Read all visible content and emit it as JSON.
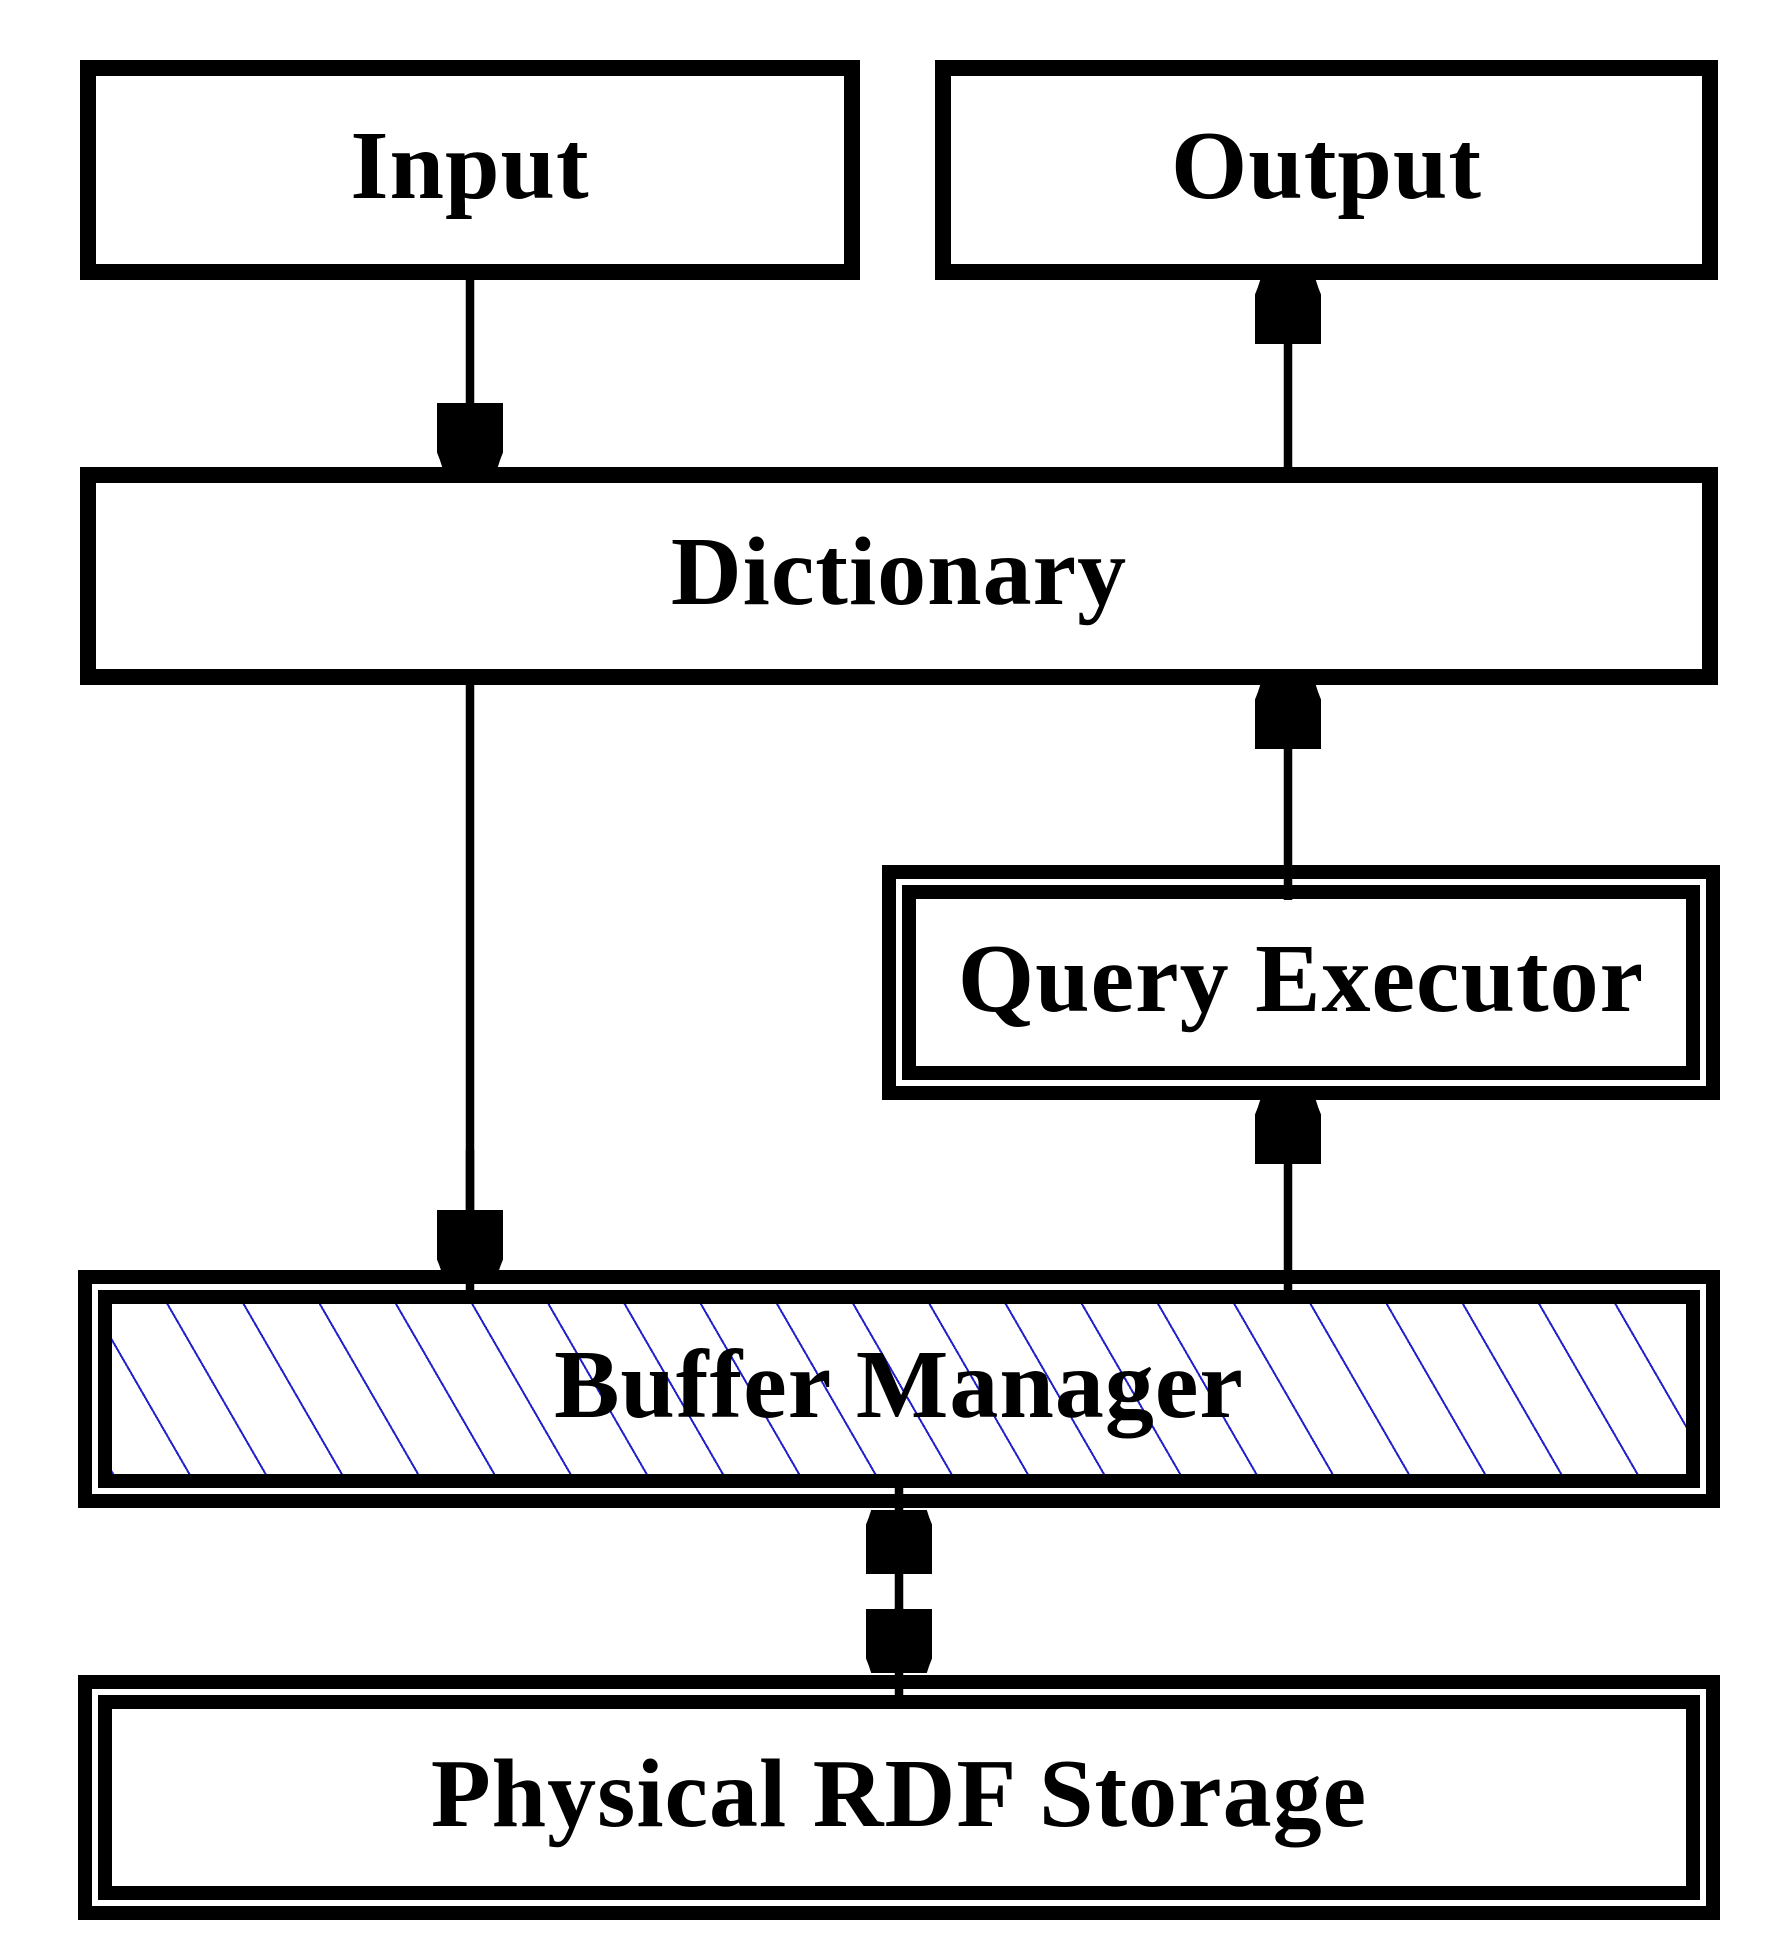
{
  "diagram": {
    "background_color": "#ffffff",
    "stroke_color": "#000000",
    "hatch_color": "#2222cc",
    "nodes": [
      {
        "id": "input",
        "label": "Input",
        "border": "single",
        "fill": "white"
      },
      {
        "id": "output",
        "label": "Output",
        "border": "single",
        "fill": "white"
      },
      {
        "id": "dictionary",
        "label": "Dictionary",
        "border": "single",
        "fill": "white"
      },
      {
        "id": "query-executor",
        "label": "Query Executor",
        "border": "double",
        "fill": "white"
      },
      {
        "id": "buffer-manager",
        "label": "Buffer Manager",
        "border": "double",
        "fill": "blue-diagonal-hatch"
      },
      {
        "id": "physical-rdf-storage",
        "label": "Physical RDF Storage",
        "border": "double",
        "fill": "white"
      }
    ],
    "edges": [
      {
        "from": "input",
        "to": "dictionary",
        "direction": "down"
      },
      {
        "from": "dictionary",
        "to": "output",
        "direction": "up"
      },
      {
        "from": "query-executor",
        "to": "dictionary",
        "direction": "up"
      },
      {
        "from": "buffer-manager",
        "to": "query-executor",
        "direction": "up"
      },
      {
        "from": "dictionary",
        "to": "buffer-manager",
        "direction": "down"
      },
      {
        "from": "buffer-manager",
        "to": "physical-rdf-storage",
        "direction": "both"
      }
    ]
  }
}
